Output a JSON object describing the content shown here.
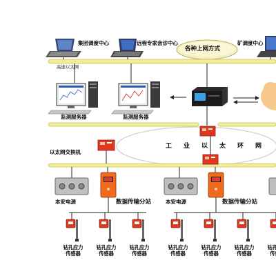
{
  "top_nodes": {
    "group_center": "集团调度中心",
    "remote_expert": "远程专家会诊中心",
    "mine_center": "矿调度中心",
    "internet_bubble": "各种上网方式"
  },
  "network": {
    "ethernet_label": "高速以太网",
    "ring_chars": [
      "工",
      "业",
      "以",
      "太",
      "环",
      "网"
    ],
    "switch_label": "以太网交换机"
  },
  "servers": [
    {
      "label": "监测服务器"
    },
    {
      "label": "监测服务器"
    }
  ],
  "field_groups": [
    {
      "power_label": "本安电源",
      "station_label": "数据传输分站"
    },
    {
      "power_label": "本安电源",
      "station_label": "数据传输分站"
    }
  ],
  "sensors": [
    {
      "line1": "钻孔应力",
      "line2": "传感器"
    },
    {
      "line1": "钻孔应力",
      "line2": "传感器"
    },
    {
      "line1": "钻孔应力",
      "line2": "传感器"
    },
    {
      "line1": "钻孔应力",
      "line2": "传感器"
    },
    {
      "line1": "钻孔应力",
      "line2": "传感器"
    },
    {
      "line1": "钻孔应力",
      "line2": "传感器"
    },
    {
      "line1": "钻孔应力",
      "line2": "传感器"
    }
  ],
  "colors": {
    "bus_yellow": "#f1ec9a",
    "bus_yellow_edge": "#c9c35a",
    "device_red": "#e0381f",
    "device_orange": "#f06a1e",
    "cloud_fill": "#f6c98a",
    "line_dark": "#222222"
  }
}
